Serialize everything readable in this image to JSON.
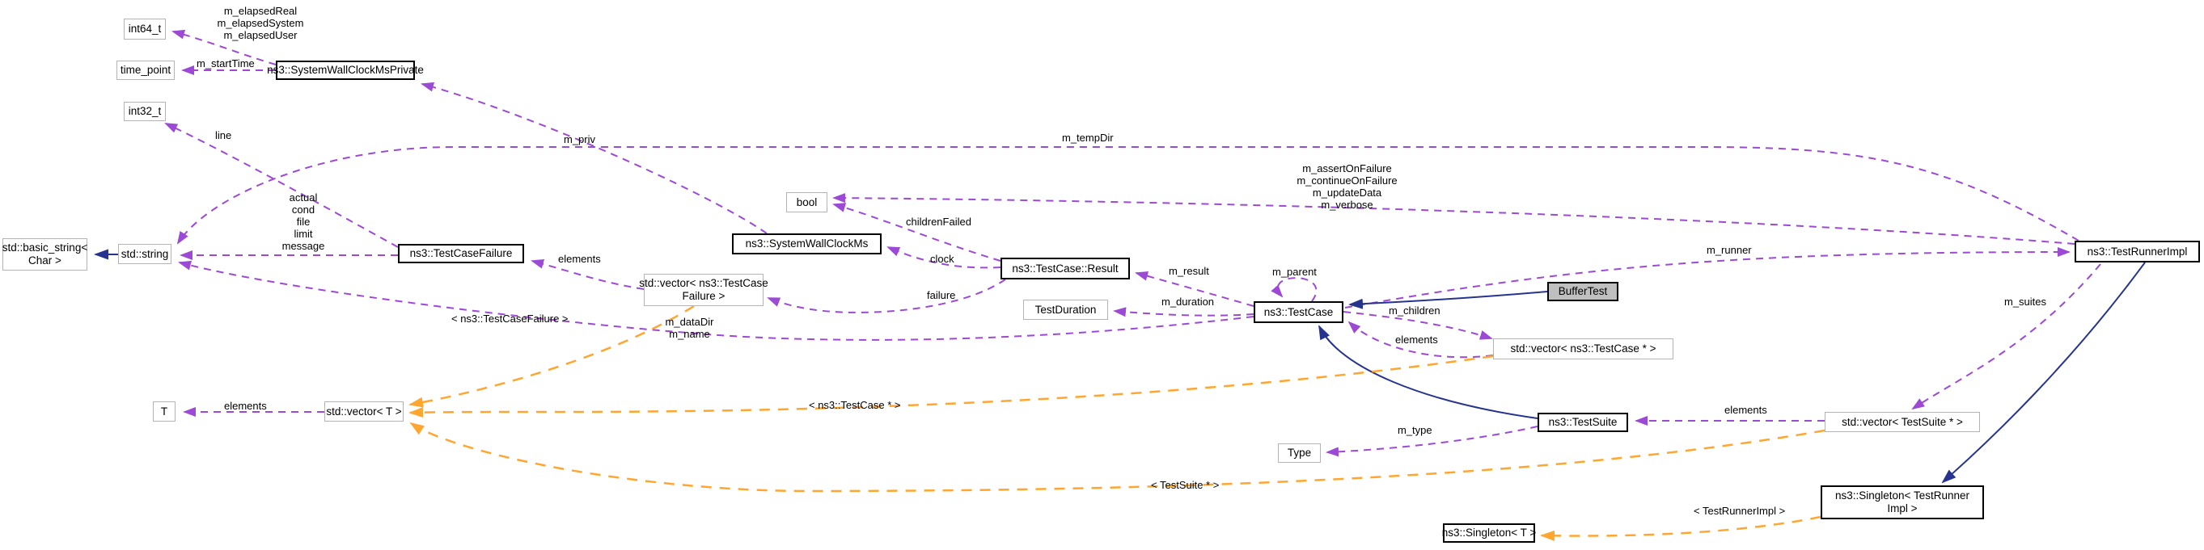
{
  "diagram": {
    "kind": "collaboration-graph",
    "focus_class": "BufferTest",
    "colors": {
      "usage_edge": "#9c49d6",
      "template_edge": "#ffa630",
      "inheritance_edge": "#26348f",
      "focus_fill": "#bfbfbf",
      "node_border": "#000000",
      "plain_border": "#b4b4b4",
      "background": "#ffffff"
    },
    "nodes": {
      "int64": {
        "label": "int64_t"
      },
      "time_point": {
        "label": "time_point"
      },
      "swcm_private": {
        "label": "ns3::SystemWallClockMsPrivate"
      },
      "int32": {
        "label": "int32_t"
      },
      "basic_string": {
        "lines": [
          "std::basic_string<",
          "Char >"
        ]
      },
      "string": {
        "label": "std::string"
      },
      "test_case_failure": {
        "label": "ns3::TestCaseFailure"
      },
      "bool": {
        "label": "bool"
      },
      "swcm": {
        "label": "ns3::SystemWallClockMs"
      },
      "vector_tcf": {
        "lines": [
          "std::vector< ns3::TestCase",
          "Failure >"
        ]
      },
      "result": {
        "label": "ns3::TestCase::Result"
      },
      "test_duration": {
        "label": "TestDuration"
      },
      "test_case": {
        "label": "ns3::TestCase"
      },
      "buffer_test": {
        "label": "BufferTest"
      },
      "vector_tc": {
        "label": "std::vector< ns3::TestCase * >"
      },
      "test_suite": {
        "label": "ns3::TestSuite"
      },
      "type": {
        "label": "Type"
      },
      "vector_t": {
        "label": "std::vector< T >"
      },
      "t": {
        "label": "T"
      },
      "test_runner_impl": {
        "label": "ns3::TestRunnerImpl"
      },
      "vector_ts": {
        "label": "std::vector< TestSuite * >"
      },
      "singleton_tri": {
        "lines": [
          "ns3::Singleton< TestRunner",
          "Impl >"
        ]
      },
      "singleton_t": {
        "label": "ns3::Singleton< T >"
      }
    },
    "edge_labels": {
      "elapsed": {
        "lines": [
          "m_elapsedReal",
          "m_elapsedSystem",
          "m_elapsedUser"
        ]
      },
      "start_time": {
        "text": "m_startTime"
      },
      "line": {
        "text": "line"
      },
      "m_priv": {
        "text": "m_priv"
      },
      "m_temp_dir": {
        "text": "m_tempDir"
      },
      "failure_fields": {
        "lines": [
          "actual",
          "cond",
          "file",
          "limit",
          "message"
        ]
      },
      "elements_tcf": {
        "text": "elements"
      },
      "children_failed": {
        "text": "childrenFailed"
      },
      "runner_flags": {
        "lines": [
          "m_assertOnFailure",
          "m_continueOnFailure",
          "m_updateData",
          "m_verbose"
        ]
      },
      "clock": {
        "text": "clock"
      },
      "failure": {
        "text": "failure"
      },
      "data_dir": {
        "lines": [
          "m_dataDir",
          "m_name"
        ]
      },
      "m_result": {
        "text": "m_result"
      },
      "m_parent": {
        "text": "m_parent"
      },
      "m_duration": {
        "text": "m_duration"
      },
      "m_children": {
        "text": "m_children"
      },
      "elements_tc": {
        "text": "elements"
      },
      "m_runner": {
        "text": "m_runner"
      },
      "m_suites": {
        "text": "m_suites"
      },
      "elements_ts": {
        "text": "elements"
      },
      "m_type": {
        "text": "m_type"
      },
      "elements_t": {
        "text": "elements"
      },
      "tmpl_tcf": {
        "text": "< ns3::TestCaseFailure >"
      },
      "tmpl_tc": {
        "text": "< ns3::TestCase * >"
      },
      "tmpl_ts": {
        "text": "< TestSuite * >"
      },
      "tmpl_tri": {
        "text": "< TestRunnerImpl >"
      }
    }
  }
}
